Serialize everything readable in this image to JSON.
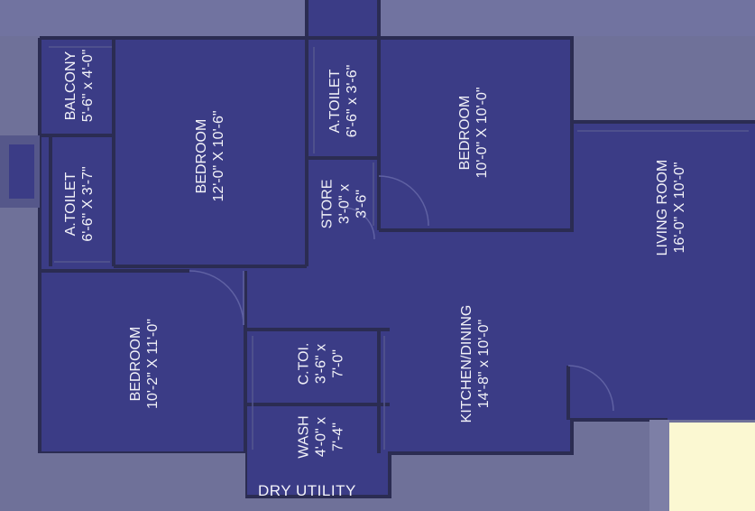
{
  "colors": {
    "background": "#6f7199",
    "room_fill": "#3b3c86",
    "wall": "#2b2c52",
    "accent_yellow": "#fbf8d2"
  },
  "rooms": {
    "balcony": {
      "name": "BALCONY",
      "size": "5'-6\" x 4'-0\""
    },
    "bedroom1": {
      "name": "BEDROOM",
      "size": "12'-0\" X 10'-6\""
    },
    "atoilet1": {
      "name": "A.TOILET",
      "size": "6'-6\" X 3'-7\""
    },
    "atoilet2": {
      "name": "A.TOILET",
      "size": "6'-6\" x 3'-6\""
    },
    "store": {
      "name": "STORE",
      "size_line1": "3'-0\" x",
      "size_line2": "3'-6\""
    },
    "bedroom2": {
      "name": "BEDROOM",
      "size": "10'-0\" X 10'-0\""
    },
    "living": {
      "name": "LIVING ROOM",
      "size": "16'-0\" X 10'-0\""
    },
    "bedroom3": {
      "name": "BEDROOM",
      "size": "10'-2\" X 11'-0\""
    },
    "ctoilet": {
      "name": "C.TOI.",
      "size_line1": "3'-6\" x",
      "size_line2": "7'-0\""
    },
    "wash": {
      "name": "WASH",
      "size_line1": "4'-0\" x",
      "size_line2": "7'-4\""
    },
    "kitchen": {
      "name": "KITCHEN/DINING",
      "size": "14'-8\" x 10'-0\""
    },
    "dry_utility": {
      "name": "DRY UTILITY"
    }
  }
}
